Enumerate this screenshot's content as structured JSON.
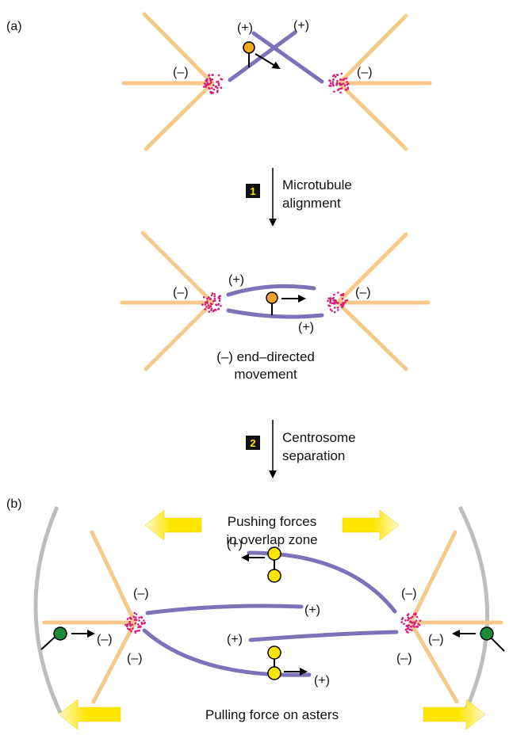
{
  "panel_a": {
    "label": "(a)",
    "plus": "(+)",
    "minus": "(–)"
  },
  "step1": {
    "number": "1",
    "line1": "Microtubule",
    "line2": "alignment"
  },
  "middle": {
    "plus": "(+)",
    "minus": "(–)",
    "caption_line1": "(–) end–directed",
    "caption_line2": "movement"
  },
  "step2": {
    "number": "2",
    "line1": "Centrosome",
    "line2": "separation"
  },
  "panel_b": {
    "label": "(b)",
    "plus": "(+)",
    "minus": "(–)",
    "pushing_line1": "Pushing forces",
    "pushing_line2": "in overlap zone",
    "pulling": "Pulling force on asters"
  },
  "colors": {
    "aster_microtubule": "#f5c98a",
    "overlap_microtubule": "#7b72b8",
    "centrosome": "#d81b78",
    "plus_end_motor": "#f5a623",
    "bipolar_motor": "#ffe600",
    "dynein_motor": "#1d8a3a",
    "cortex": "#bdbdbd",
    "force_arrow": "#ffe600",
    "step_badge": "#111111"
  }
}
